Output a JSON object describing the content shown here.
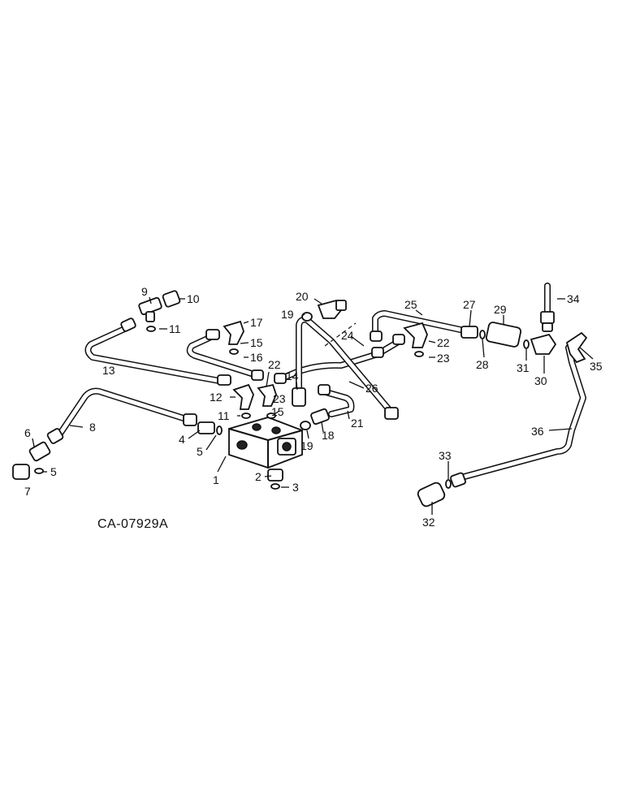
{
  "diagram": {
    "reference_code": "CA-07929A",
    "parts": [
      {
        "id": "p1",
        "number": "1"
      },
      {
        "id": "p2",
        "number": "2"
      },
      {
        "id": "p3",
        "number": "3"
      },
      {
        "id": "p4",
        "number": "4"
      },
      {
        "id": "p5a",
        "number": "5"
      },
      {
        "id": "p5b",
        "number": "5"
      },
      {
        "id": "p6",
        "number": "6"
      },
      {
        "id": "p7",
        "number": "7"
      },
      {
        "id": "p8",
        "number": "8"
      },
      {
        "id": "p9",
        "number": "9"
      },
      {
        "id": "p10",
        "number": "10"
      },
      {
        "id": "p11a",
        "number": "11"
      },
      {
        "id": "p11b",
        "number": "11"
      },
      {
        "id": "p12",
        "number": "12"
      },
      {
        "id": "p13",
        "number": "13"
      },
      {
        "id": "p14",
        "number": "14"
      },
      {
        "id": "p15a",
        "number": "15"
      },
      {
        "id": "p15b",
        "number": "15"
      },
      {
        "id": "p16",
        "number": "16"
      },
      {
        "id": "p17",
        "number": "17"
      },
      {
        "id": "p18",
        "number": "18"
      },
      {
        "id": "p19a",
        "number": "19"
      },
      {
        "id": "p19b",
        "number": "19"
      },
      {
        "id": "p20",
        "number": "20"
      },
      {
        "id": "p21",
        "number": "21"
      },
      {
        "id": "p22a",
        "number": "22"
      },
      {
        "id": "p22b",
        "number": "22"
      },
      {
        "id": "p23a",
        "number": "23"
      },
      {
        "id": "p23b",
        "number": "23"
      },
      {
        "id": "p24",
        "number": "24"
      },
      {
        "id": "p25",
        "number": "25"
      },
      {
        "id": "p26",
        "number": "26"
      },
      {
        "id": "p27",
        "number": "27"
      },
      {
        "id": "p28",
        "number": "28"
      },
      {
        "id": "p29",
        "number": "29"
      },
      {
        "id": "p30",
        "number": "30"
      },
      {
        "id": "p31",
        "number": "31"
      },
      {
        "id": "p32",
        "number": "32"
      },
      {
        "id": "p33",
        "number": "33"
      },
      {
        "id": "p34",
        "number": "34"
      },
      {
        "id": "p35",
        "number": "35"
      },
      {
        "id": "p36",
        "number": "36"
      }
    ]
  }
}
